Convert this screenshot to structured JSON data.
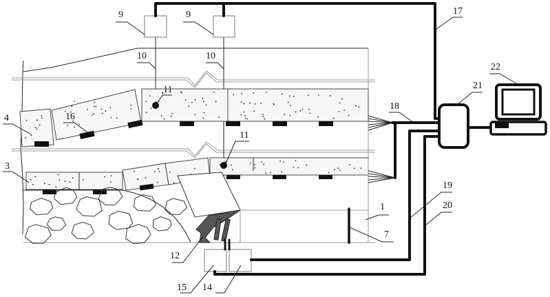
{
  "figure": {
    "type": "patent schematic",
    "subject": "roof strata monitoring system over coal mining face with hydraulic support"
  },
  "labels": [
    {
      "id": "label-9a",
      "text": "9",
      "meaning": "sensor box (left)"
    },
    {
      "id": "label-9b",
      "text": "9",
      "meaning": "sensor box (right)"
    },
    {
      "id": "label-10a",
      "text": "10",
      "meaning": "borehole line (left)"
    },
    {
      "id": "label-10b",
      "text": "10",
      "meaning": "borehole line (right)"
    },
    {
      "id": "label-11a",
      "text": "11",
      "meaning": "anchor point (upper)"
    },
    {
      "id": "label-11b",
      "text": "11",
      "meaning": "anchor point (lower)"
    },
    {
      "id": "label-4",
      "text": "4",
      "meaning": "upper strata block"
    },
    {
      "id": "label-16",
      "text": "16",
      "meaning": "strain pad"
    },
    {
      "id": "label-3",
      "text": "3",
      "meaning": "lower strata block"
    },
    {
      "id": "label-12",
      "text": "12",
      "meaning": "hydraulic support"
    },
    {
      "id": "label-15",
      "text": "15",
      "meaning": "controller box"
    },
    {
      "id": "label-14",
      "text": "14",
      "meaning": "pressure box"
    },
    {
      "id": "label-1",
      "text": "1",
      "meaning": "coal seam"
    },
    {
      "id": "label-7",
      "text": "7",
      "meaning": "coal wall sensor"
    },
    {
      "id": "label-17",
      "text": "17",
      "meaning": "cable"
    },
    {
      "id": "label-18",
      "text": "18",
      "meaning": "cable"
    },
    {
      "id": "label-19",
      "text": "19",
      "meaning": "cable"
    },
    {
      "id": "label-20",
      "text": "20",
      "meaning": "cable"
    },
    {
      "id": "label-21",
      "text": "21",
      "meaning": "data acquisition unit"
    },
    {
      "id": "label-22",
      "text": "22",
      "meaning": "computer"
    }
  ]
}
